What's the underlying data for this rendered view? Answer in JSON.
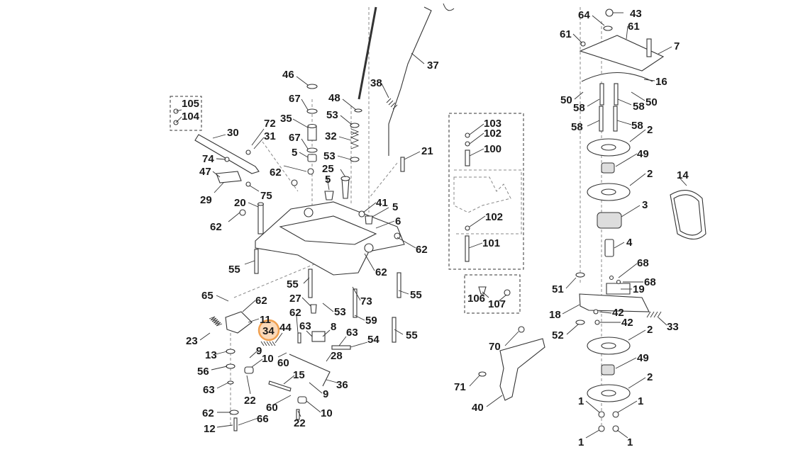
{
  "highlighted_part": "34",
  "accent_color": "#f0a050",
  "labels": {
    "p105": "105",
    "p104": "104",
    "p30": "30",
    "p74": "74",
    "p47": "47",
    "p29": "29",
    "p72": "72",
    "p31": "31",
    "p75": "75",
    "p20": "20",
    "p62a": "62",
    "p55a": "55",
    "p46": "46",
    "p67a": "67",
    "p35": "35",
    "p67b": "67",
    "p5a": "5",
    "p62b": "62",
    "p5b": "5",
    "p48": "48",
    "p53a": "53",
    "p32": "32",
    "p53b": "53",
    "p25": "25",
    "p38": "38",
    "p37": "37",
    "p21": "21",
    "p41": "41",
    "p5c": "5",
    "p6": "6",
    "p62c": "62",
    "p62d": "62",
    "p55b": "55",
    "p27": "27",
    "p73": "73",
    "p55c": "55",
    "p53c": "53",
    "p59": "59",
    "p55d": "55",
    "p65": "65",
    "p62e": "62",
    "p11": "11",
    "p23": "23",
    "p34": "34",
    "p44": "44",
    "p62f": "62",
    "p63a": "63",
    "p8": "8",
    "p63b": "63",
    "p54": "54",
    "p13": "13",
    "p9a": "9",
    "p10a": "10",
    "p60a": "60",
    "p28": "28",
    "p56": "56",
    "p15": "15",
    "p36": "36",
    "p63c": "63",
    "p22a": "22",
    "p60b": "60",
    "p9b": "9",
    "p10b": "10",
    "p62g": "62",
    "p12": "12",
    "p66": "66",
    "p22b": "22",
    "p103": "103",
    "p102a": "102",
    "p100": "100",
    "p102b": "102",
    "p101": "101",
    "p106": "106",
    "p107": "107",
    "p64": "64",
    "p43": "43",
    "p61a": "61",
    "p61b": "61",
    "p7": "7",
    "p16": "16",
    "p50a": "50",
    "p58a": "58",
    "p58b": "58",
    "p50b": "50",
    "p58c": "58",
    "p58d": "58",
    "p2a": "2",
    "p49a": "49",
    "p2b": "2",
    "p14": "14",
    "p3": "3",
    "p4": "4",
    "p68a": "68",
    "p68b": "68",
    "p51": "51",
    "p19": "19",
    "p18": "18",
    "p42a": "42",
    "p42b": "42",
    "p33": "33",
    "p52": "52",
    "p2c": "2",
    "p70": "70",
    "p49b": "49",
    "p2d": "2",
    "p71": "71",
    "p40": "40",
    "p1a": "1",
    "p1b": "1",
    "p1c": "1",
    "p1d": "1"
  }
}
